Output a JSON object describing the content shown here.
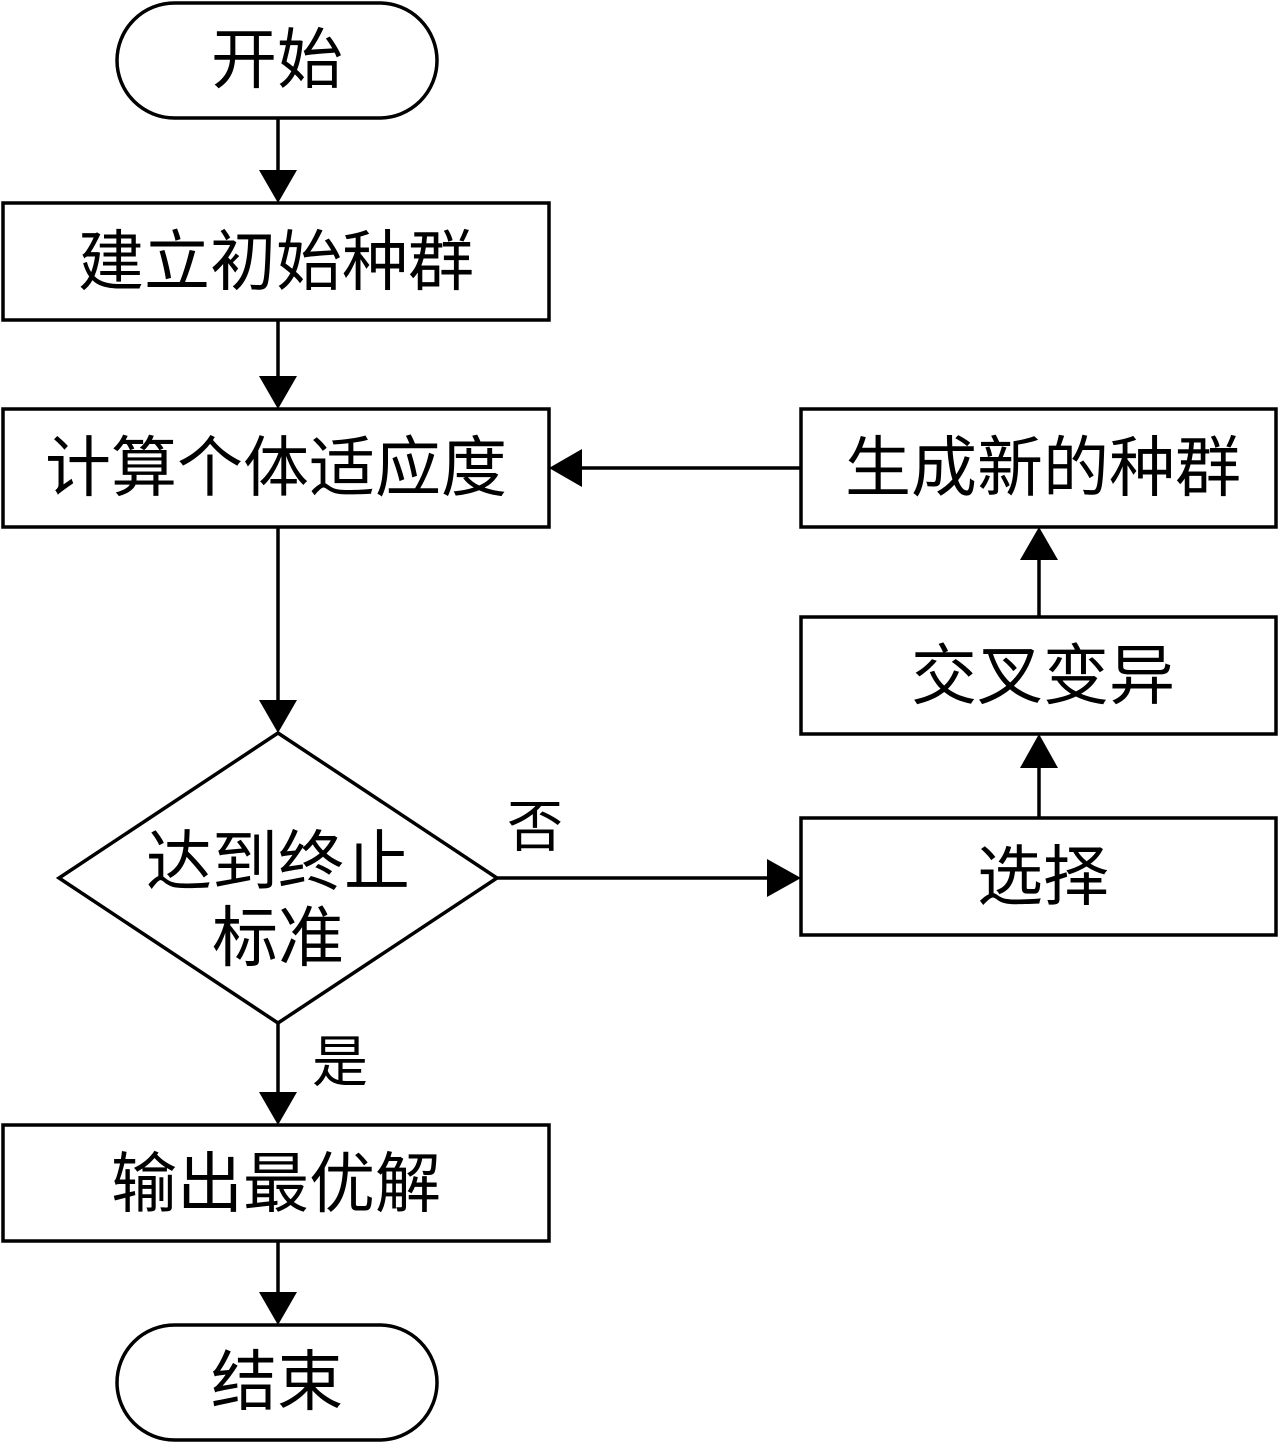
{
  "nodes": {
    "start": "开始",
    "init_population": "建立初始种群",
    "compute_fitness": "计算个体适应度",
    "termination_check_line1": "达到终止",
    "termination_check_line2": "标准",
    "output_best": "输出最优解",
    "end": "结束",
    "selection": "选择",
    "crossover_mutation": "交叉变异",
    "new_population": "生成新的种群"
  },
  "edges": {
    "no_label": "否",
    "yes_label": "是"
  },
  "colors": {
    "stroke": "#000000",
    "fill": "#ffffff"
  }
}
